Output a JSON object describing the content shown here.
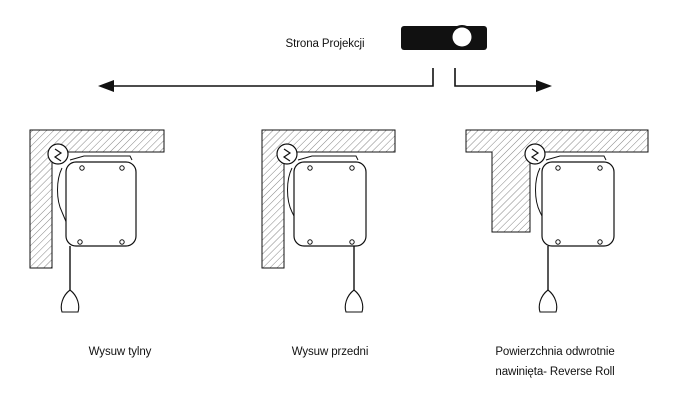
{
  "projection": {
    "label": "Strona Projekcji",
    "projector_icon": "projector-icon"
  },
  "configurations": [
    {
      "caption": "Wysuw tylny",
      "mount": "ceiling-wall-left"
    },
    {
      "caption": "Wysuw przedni",
      "mount": "ceiling-wall-left"
    },
    {
      "caption_line1": "Powierzchnia odwrotnie",
      "caption_line2": "nawinięta- Reverse Roll",
      "mount": "ceiling-soffit-left"
    }
  ],
  "icons": [
    "projector-icon",
    "arrow-left-icon",
    "arrow-right-icon",
    "motor-icon",
    "pull-handle-icon"
  ],
  "colors": {
    "line": "#111111",
    "hatch": "#555555",
    "projector_body": "#111111"
  }
}
